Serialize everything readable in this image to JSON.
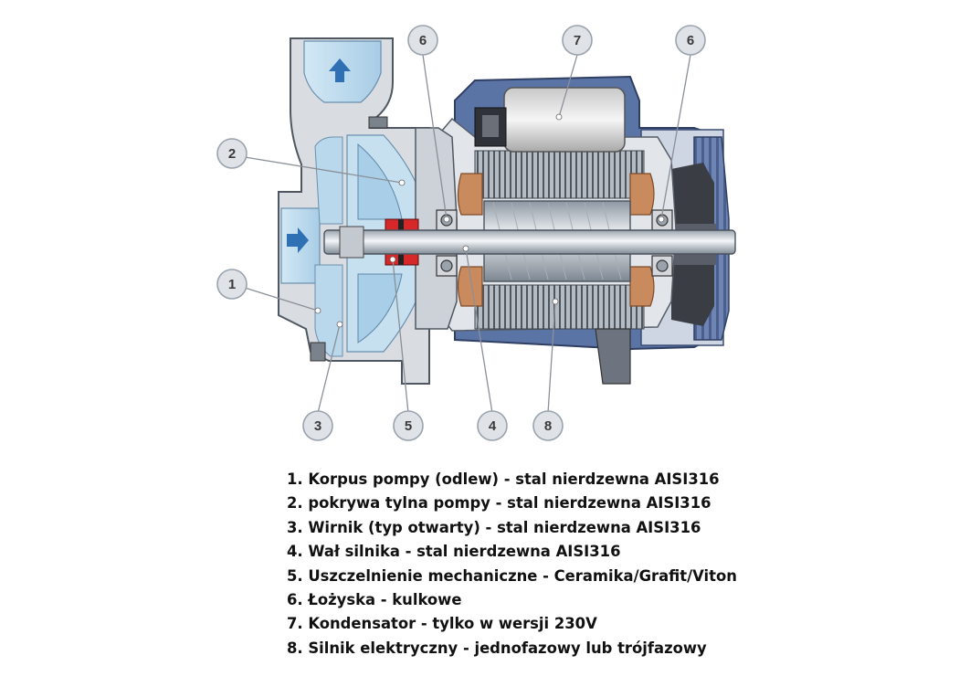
{
  "callouts": [
    {
      "id": "c6a",
      "number": "6"
    },
    {
      "id": "c7",
      "number": "7"
    },
    {
      "id": "c6b",
      "number": "6"
    },
    {
      "id": "c2",
      "number": "2"
    },
    {
      "id": "c1",
      "number": "1"
    },
    {
      "id": "c3",
      "number": "3"
    },
    {
      "id": "c5",
      "number": "5"
    },
    {
      "id": "c4",
      "number": "4"
    },
    {
      "id": "c8",
      "number": "8"
    }
  ],
  "legend": [
    "1. Korpus pompy (odlew) - stal nierdzewna AISI316",
    "2. pokrywa tylna pompy - stal nierdzewna AISI316",
    "3. Wirnik (typ otwarty) - stal nierdzewna AISI316",
    "4. Wał silnika - stal nierdzewna AISI316",
    "5. Uszczelnienie mechaniczne - Ceramika/Grafit/Viton",
    "6. Łożyska - kulkowe",
    "7. Kondensator - tylko w wersji 230V",
    "8. Silnik elektryczny - jednofazowy lub trójfazowy"
  ],
  "colors": {
    "casing": "#d9dde2",
    "water": "#b9d8ec",
    "flow_arrow": "#2f6fb3",
    "copper": "#c98a5e",
    "seal_red": "#d62828",
    "motor_blue": "#5b74a6"
  },
  "icons": [
    "up-arrow-icon",
    "right-arrow-icon"
  ]
}
